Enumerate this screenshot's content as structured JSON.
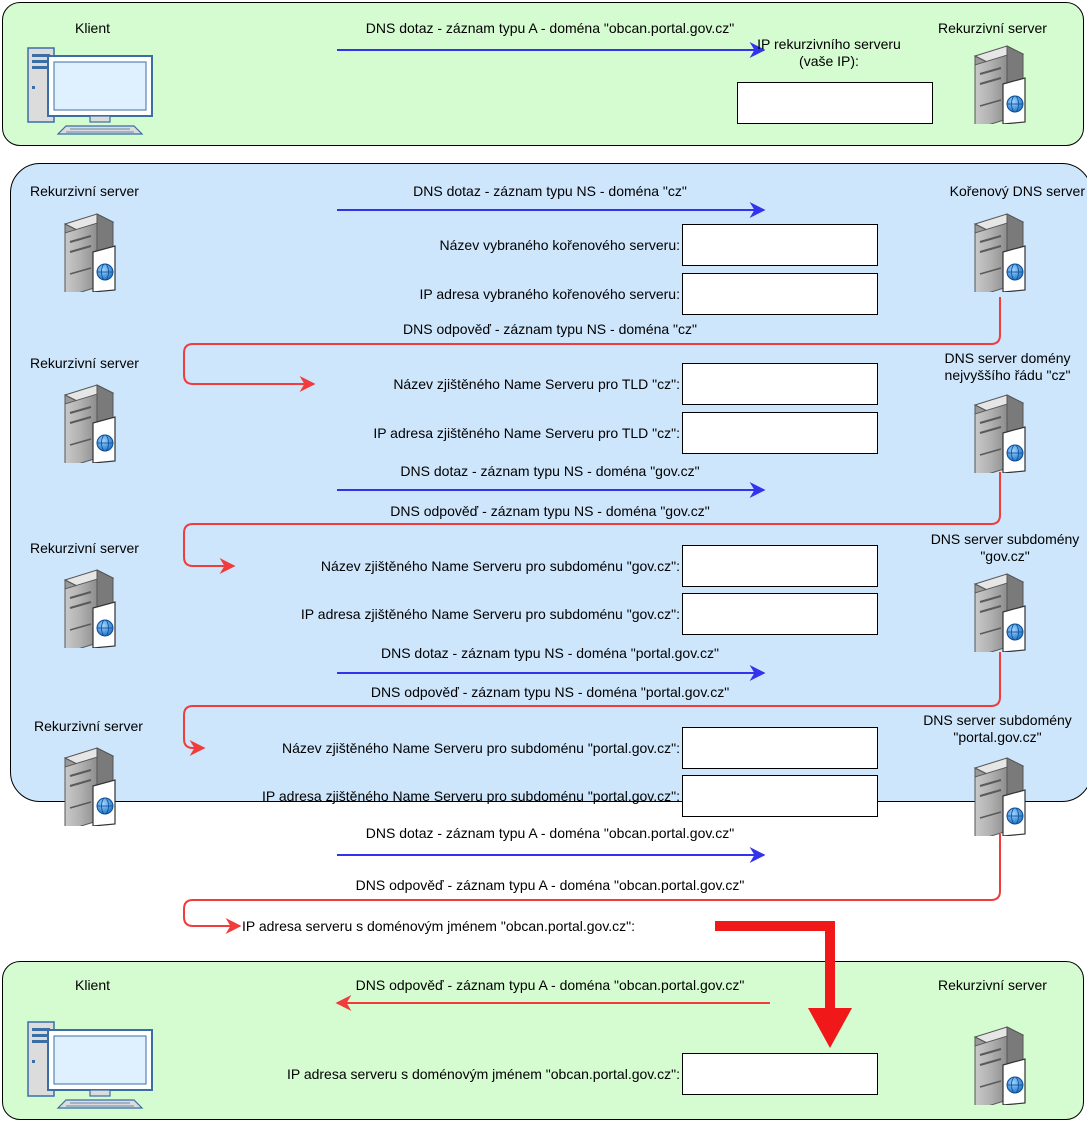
{
  "top": {
    "client_label": "Klient",
    "server_label": "Rekurzivní server",
    "query_label": "DNS dotaz - záznam typu A - doména \"obcan.portal.gov.cz\"",
    "ip_label": "IP rekurzivního serveru (vaše IP):",
    "ip_value": ""
  },
  "middle": {
    "step1": {
      "left_label": "Rekurzivní server",
      "right_label": "Kořenový DNS server",
      "query_label": "DNS dotaz - záznam typu NS - doména \"cz\"",
      "name_label": "Název vybraného kořenového serveru:",
      "name_value": "",
      "ip_label": "IP adresa vybraného kořenového serveru:",
      "ip_value": "",
      "response_label": "DNS odpověď - záznam typu NS - doména \"cz\""
    },
    "step2": {
      "left_label": "Rekurzivní server",
      "right_label": "DNS server domény nejvyššího řádu \"cz\"",
      "name_label": "Název zjištěného Name Serveru pro TLD \"cz\":",
      "name_value": "",
      "ip_label": "IP adresa zjištěného Name Serveru pro TLD \"cz\":",
      "ip_value": "",
      "query_label": "DNS dotaz - záznam typu NS - doména \"gov.cz\"",
      "response_label": "DNS odpověď - záznam typu NS - doména \"gov.cz\""
    },
    "step3": {
      "left_label": "Rekurzivní server",
      "right_label": "DNS server subdomény \"gov.cz\"",
      "name_label": "Název zjištěného Name Serveru pro subdoménu \"gov.cz\":",
      "name_value": "",
      "ip_label": "IP adresa zjištěného Name Serveru pro subdoménu \"gov.cz\":",
      "ip_value": "",
      "query_label": "DNS dotaz - záznam typu NS - doména \"portal.gov.cz\"",
      "response_label": "DNS odpověď - záznam typu NS - doména \"portal.gov.cz\""
    },
    "step4": {
      "left_label": "Rekurzivní server",
      "right_label": "DNS server subdomény \"portal.gov.cz\"",
      "name_label": "Název zjištěného Name Serveru pro subdoménu \"portal.gov.cz\":",
      "name_value": "",
      "ip_label": "IP adresa zjištěného Name Serveru pro subdoménu \"portal.gov.cz\":",
      "ip_value": "",
      "query_label": "DNS dotaz - záznam typu A - doména \"obcan.portal.gov.cz\"",
      "response_label": "DNS odpověď - záznam typu A - doména \"obcan.portal.gov.cz\""
    },
    "result_label": "IP adresa serveru s doménovým jménem \"obcan.portal.gov.cz\":"
  },
  "bottom": {
    "client_label": "Klient",
    "server_label": "Rekurzivní server",
    "response_label": "DNS odpověď - záznam typu A - doména \"obcan.portal.gov.cz\"",
    "ip_label": "IP adresa serveru s doménovým jménem \"obcan.portal.gov.cz\":",
    "ip_value": ""
  },
  "colors": {
    "query_arrow": "#3333ee",
    "response_arrow": "#f23b3b",
    "green_panel": "#d5fbd0",
    "blue_panel": "#cde6fb"
  },
  "icons": {
    "client": "desktop-computer-icon",
    "server": "dns-server-icon"
  }
}
